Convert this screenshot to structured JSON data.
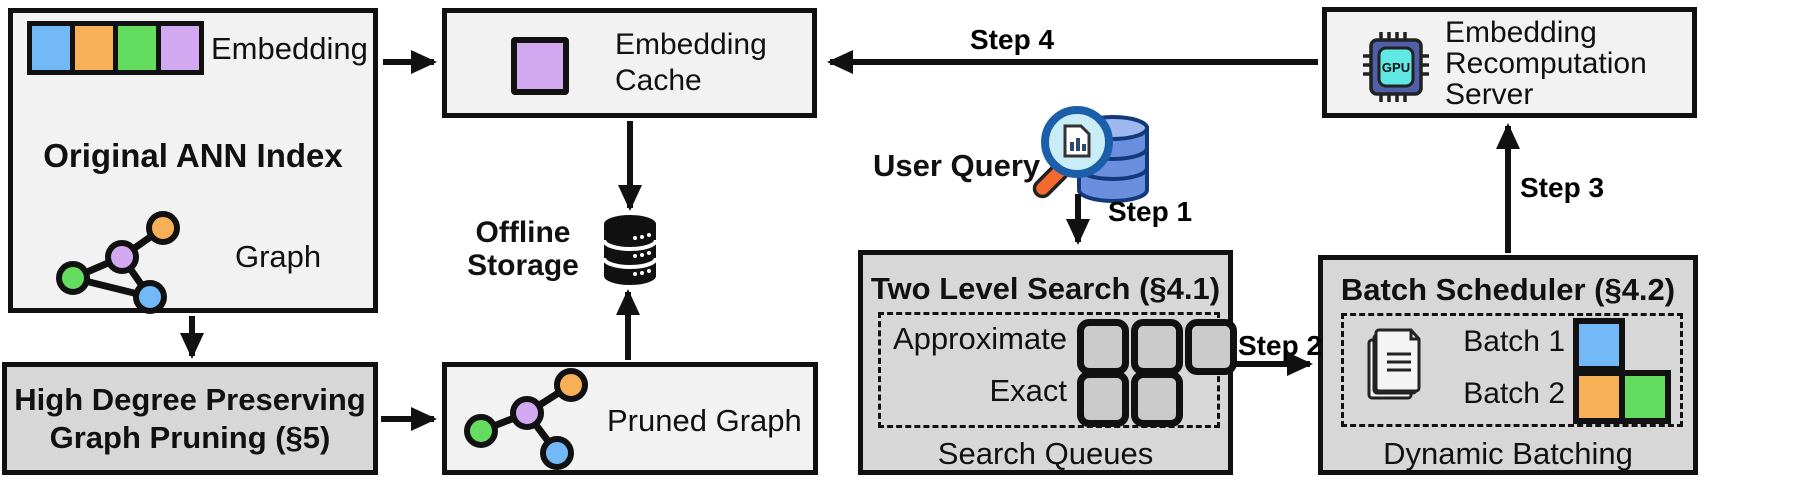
{
  "diagram": {
    "original_index": {
      "title": "Original ANN Index",
      "embedding_label": "Embedding",
      "graph_label": "Graph"
    },
    "high_degree_pruning": {
      "line1": "High Degree Preserving",
      "line2": "Graph Pruning (§5)"
    },
    "embedding_cache": {
      "line1": "Embedding",
      "line2": "Cache"
    },
    "offline_storage": {
      "line1": "Offline",
      "line2": "Storage"
    },
    "pruned_graph": {
      "label": "Pruned Graph"
    },
    "user_query": {
      "label": "User Query"
    },
    "two_level_search": {
      "title": "Two Level Search (§4.1)",
      "approximate_label": "Approximate",
      "exact_label": "Exact",
      "footer": "Search Queues"
    },
    "batch_scheduler": {
      "title": "Batch Scheduler (§4.2)",
      "batch1_label": "Batch 1",
      "batch2_label": "Batch 2",
      "footer": "Dynamic Batching"
    },
    "recomputation_server": {
      "line1": "Embedding",
      "line2": "Recomputation",
      "line3": "Server",
      "gpu_label": "GPU"
    },
    "steps": {
      "step1": "Step 1",
      "step2": "Step 2",
      "step3": "Step 3",
      "step4": "Step 4"
    },
    "icons": {
      "database": "offline-storage-database-icon",
      "gpu": "gpu-chip-icon",
      "query": "magnifier-over-database-icon",
      "documents": "stacked-documents-icon"
    },
    "colors": {
      "blue": "#74b9f7",
      "orange": "#f7b055",
      "green": "#63dc5f",
      "purple": "#d2a8f0",
      "box_light": "#f2f2f2",
      "box_dark": "#d7d7d7",
      "outline": "#111111"
    }
  }
}
